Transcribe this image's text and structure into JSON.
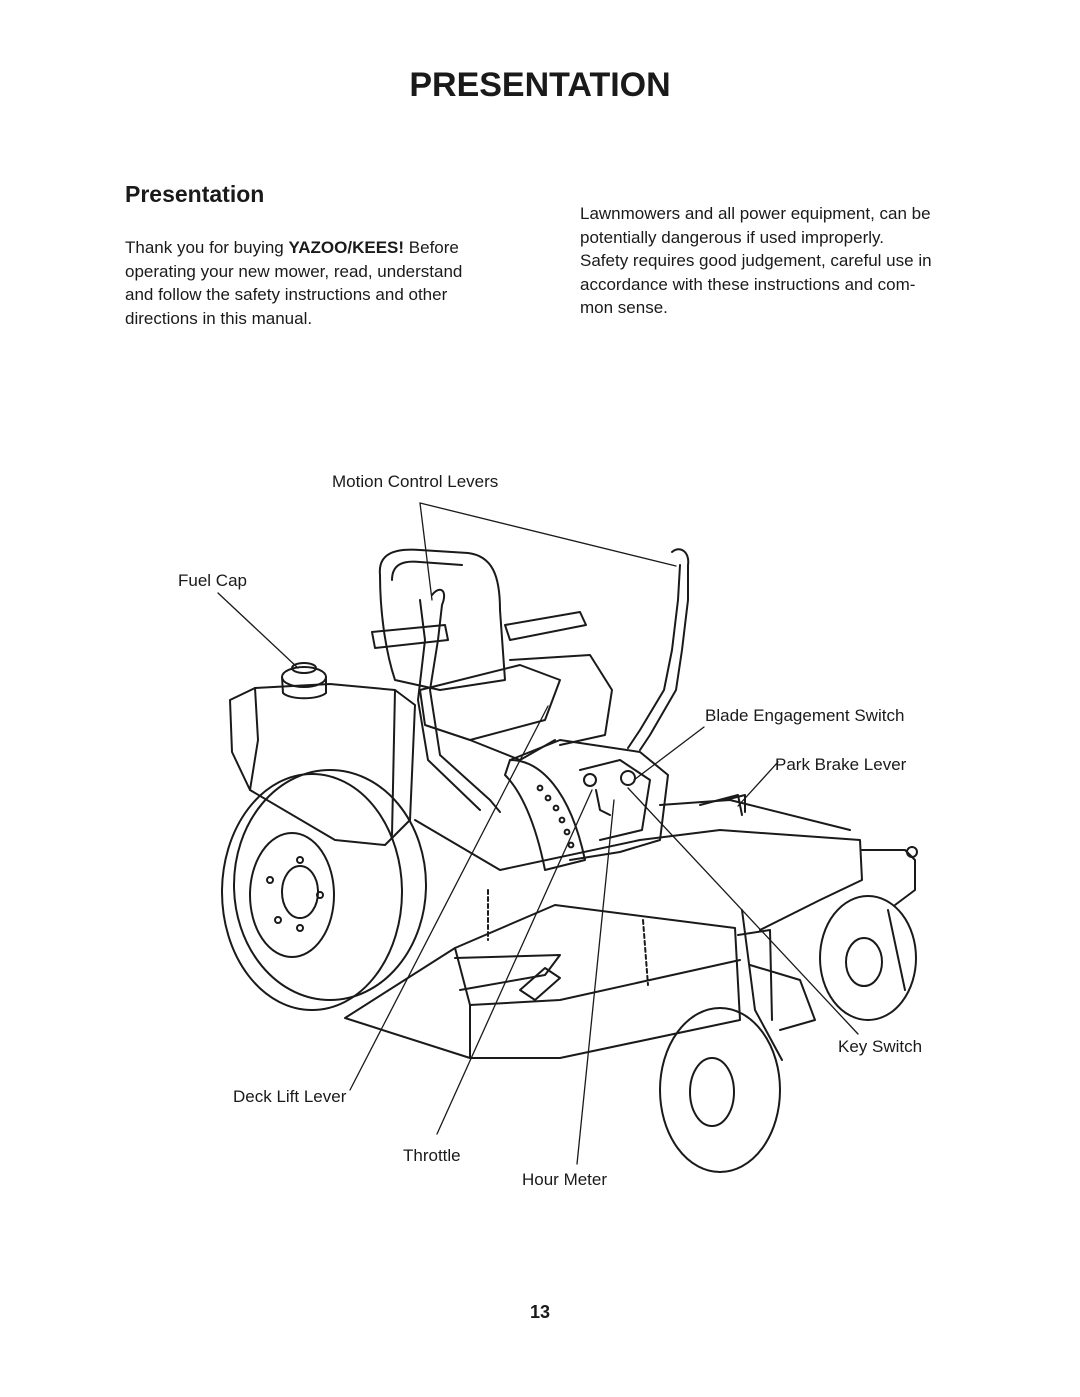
{
  "header": {
    "title": "PRESENTATION"
  },
  "section": {
    "title": "Presentation"
  },
  "intro_left": {
    "line1_pre": "Thank you for buying ",
    "brand": "YAZOO/KEES!",
    "line1_post": " Before",
    "line2": "operating your new mower, read, understand",
    "line3": "and follow the safety instructions and other",
    "line4": "directions in this manual."
  },
  "intro_right": {
    "line1": "Lawnmowers and all power equipment, can be",
    "line2": "potentially dangerous if used improperly.",
    "line3": "Safety requires good judgement, careful use in",
    "line4": "accordance with these instructions and com-",
    "line5": "mon sense."
  },
  "diagram": {
    "labels": {
      "motion_control_levers": "Motion Control Levers",
      "fuel_cap": "Fuel Cap",
      "blade_engagement_switch": "Blade Engagement Switch",
      "park_brake_lever": "Park Brake Lever",
      "key_switch": "Key Switch",
      "deck_lift_lever": "Deck Lift Lever",
      "throttle": "Throttle",
      "hour_meter": "Hour Meter"
    }
  },
  "footer": {
    "page_number": "13"
  }
}
